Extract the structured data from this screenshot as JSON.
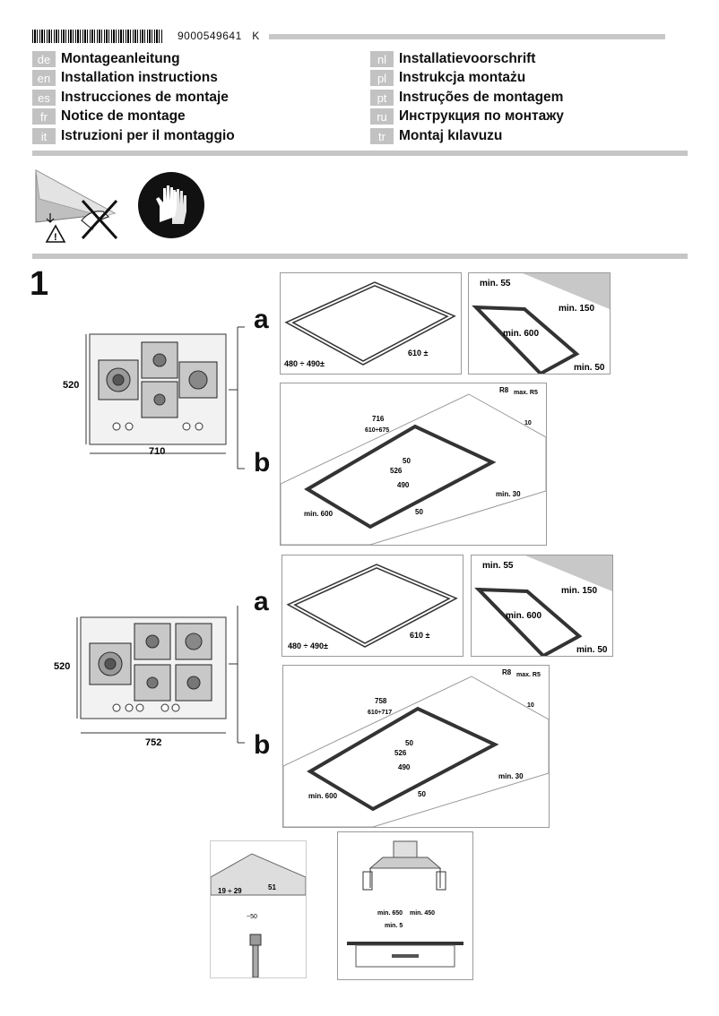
{
  "header": {
    "doc_number": "9000549641",
    "revision": "K"
  },
  "languages": [
    {
      "code": "de",
      "title": "Montageanleitung"
    },
    {
      "code": "en",
      "title": "Installation instructions"
    },
    {
      "code": "es",
      "title": "Instrucciones de montaje"
    },
    {
      "code": "fr",
      "title": "Notice de montage"
    },
    {
      "code": "it",
      "title": "Istruzioni per il montaggio"
    },
    {
      "code": "nl",
      "title": "Installatievoorschrift"
    },
    {
      "code": "pl",
      "title": "Instrukcja montażu"
    },
    {
      "code": "pt",
      "title": "Instruções de montagem"
    },
    {
      "code": "ru",
      "title": "Инструкция по монтажу"
    },
    {
      "code": "tr",
      "title": "Montaj kılavuzu"
    }
  ],
  "step": "1",
  "hob1": {
    "height": "520",
    "width": "710",
    "a": {
      "label": "a",
      "dim_depth": "480 ÷ 490±",
      "dim_width": "610 ±",
      "min55": "min. 55",
      "min150": "min. 150",
      "min600": "min. 600",
      "min50": "min. 50"
    },
    "b": {
      "label": "b",
      "d716": "716",
      "d610": "610÷675",
      "d50": "50",
      "d526": "526",
      "d490": "490",
      "min600": "min. 600",
      "d50b": "50",
      "min30": "min. 30",
      "r8": "R8",
      "r5": "max. R5",
      "tol": "10"
    }
  },
  "hob2": {
    "height": "520",
    "width": "752",
    "a": {
      "label": "a",
      "dim_depth": "480 ÷ 490±",
      "dim_width": "610 ±",
      "min55": "min. 55",
      "min150": "min. 150",
      "min600": "min. 600",
      "min50": "min. 50"
    },
    "b": {
      "label": "b",
      "d758": "758",
      "d610": "610÷717",
      "d50": "50",
      "d526": "526",
      "d490": "490",
      "min600": "min. 600",
      "d50b": "50",
      "min30": "min. 30",
      "r8": "R8",
      "r5": "max. R5",
      "tol": "10"
    }
  },
  "bottom": {
    "d19": "19 ÷ 29",
    "d51": "51",
    "d50": "~50",
    "min650": "min. 650",
    "min450": "min. 450",
    "min5": "min. 5"
  }
}
